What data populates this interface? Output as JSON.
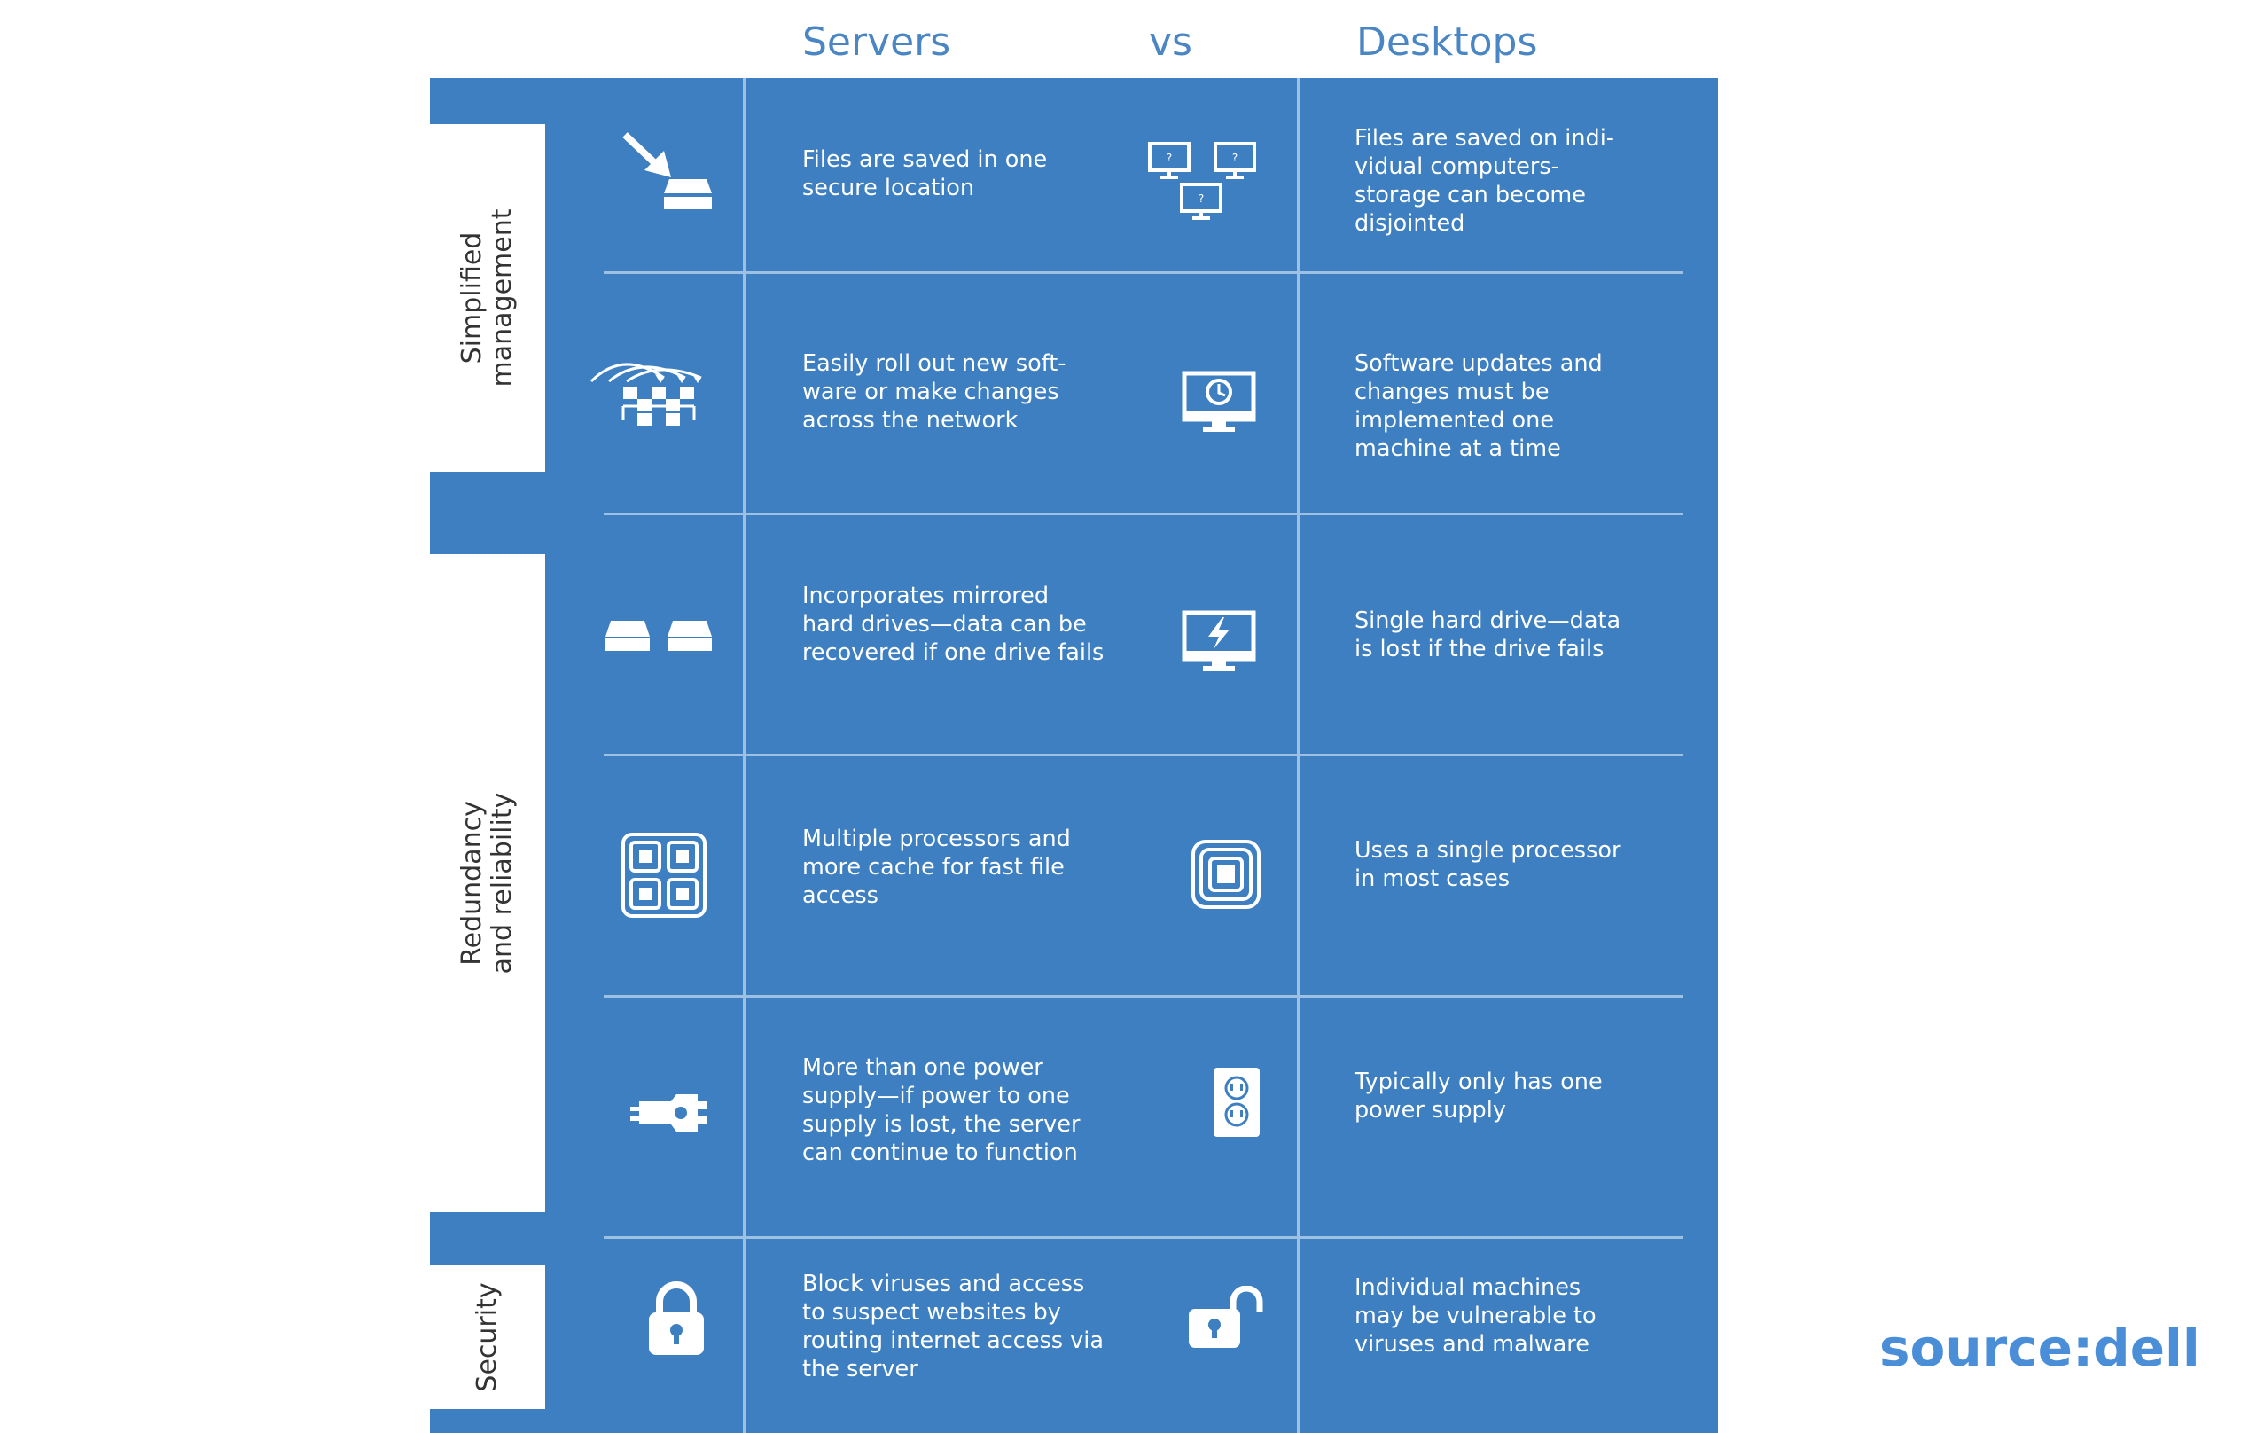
{
  "header": {
    "servers": "Servers",
    "vs": "vs",
    "desktops": "Desktops"
  },
  "categories": [
    {
      "label": "Simplified\nmanagement"
    },
    {
      "label": "Redundancy\nand reliability"
    },
    {
      "label": "Security"
    }
  ],
  "rows": [
    {
      "server_icon": "save-to-drive-icon",
      "server_text": "Files are saved in one\nsecure location",
      "desktop_icon": "multiple-monitors-icon",
      "desktop_text": "Files are saved on indi-\nvidual computers-\nstorage can become\ndisjointed"
    },
    {
      "server_icon": "network-rollout-icon",
      "server_text": "Easily roll out new soft-\nware or make changes\nacross the network",
      "desktop_icon": "monitor-clock-icon",
      "desktop_text": "Software updates and\nchanges must be\nimplemented one\nmachine at a time"
    },
    {
      "server_icon": "mirrored-drives-icon",
      "server_text": "Incorporates mirrored\nhard drives—data can be\nrecovered if one drive fails",
      "desktop_icon": "monitor-failure-icon",
      "desktop_text": "Single hard drive—data\nis lost if the drive fails"
    },
    {
      "server_icon": "multi-processor-icon",
      "server_text": "Multiple processors and\nmore cache for fast file\naccess",
      "desktop_icon": "single-processor-icon",
      "desktop_text": "Uses a single processor\nin most cases"
    },
    {
      "server_icon": "dual-power-plug-icon",
      "server_text": "More than one power\nsupply—if power to one\nsupply is lost, the server\ncan continue to function",
      "desktop_icon": "power-outlet-icon",
      "desktop_text": "Typically only has one\npower supply"
    },
    {
      "server_icon": "locked-padlock-icon",
      "server_text": "Block viruses and access\nto suspect websites by\nrouting internet access via\nthe server",
      "desktop_icon": "unlocked-padlock-icon",
      "desktop_text": "Individual machines\nmay be vulnerable to\nviruses and malware"
    }
  ],
  "source": "source:dell",
  "colors": {
    "panel": "#3d7fc0",
    "header_text": "#4a86c4",
    "source_text": "#4a8ed8"
  }
}
